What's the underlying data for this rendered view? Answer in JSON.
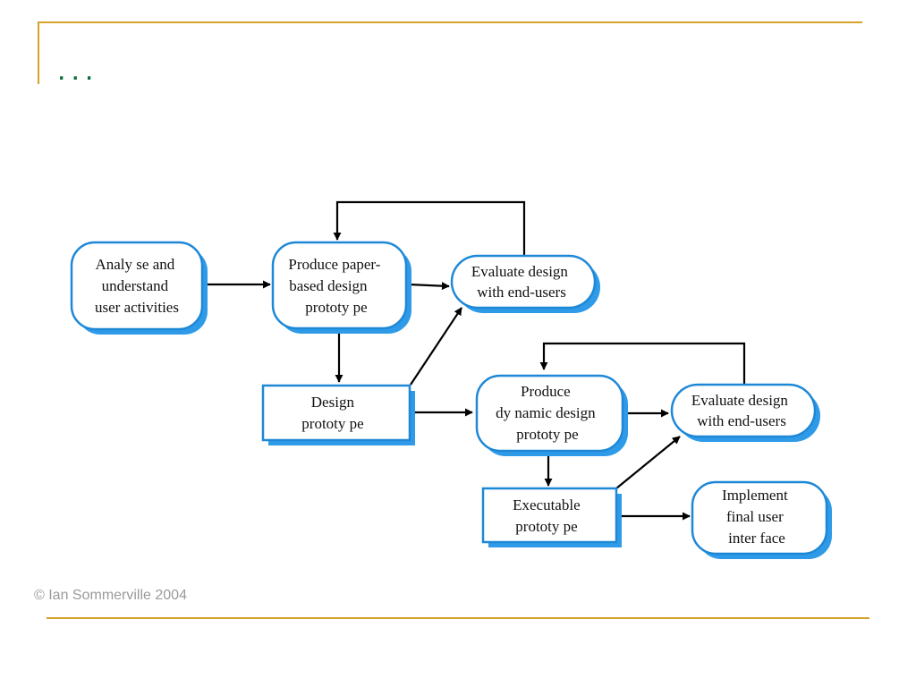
{
  "slide": {
    "title": "...",
    "footer": "© Ian Sommerville 2004"
  },
  "colors": {
    "accent_rule": "#d4a12a",
    "title": "#0b6b3a",
    "node_border": "#1e88d6",
    "node_shadow": "#2f9be8",
    "arrow": "#000000"
  },
  "diagram": {
    "nodes": {
      "analyse": {
        "lines": [
          "Analy se and",
          "understand",
          "user activities"
        ]
      },
      "paper": {
        "lines": [
          "Produce paper-",
          "based design",
          "prototy pe"
        ]
      },
      "eval1": {
        "lines": [
          "Evaluate design",
          "with end-users"
        ]
      },
      "design_proto": {
        "lines": [
          "Design",
          "prototy pe"
        ]
      },
      "dynamic": {
        "lines": [
          "Produce",
          "dy namic design",
          "prototy pe"
        ]
      },
      "eval2": {
        "lines": [
          "Evaluate design",
          "with end-users"
        ]
      },
      "exec": {
        "lines": [
          "Executable",
          "prototy pe"
        ]
      },
      "implement": {
        "lines": [
          "Implement",
          "final user",
          "inter face"
        ]
      }
    }
  }
}
